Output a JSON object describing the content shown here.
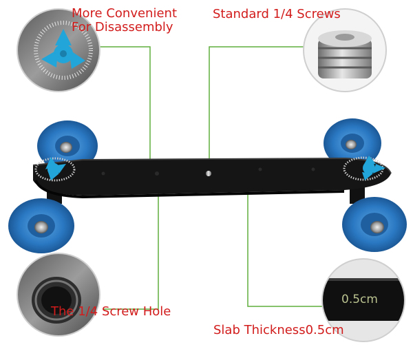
{
  "callouts": {
    "disassembly": {
      "line1": "More Convenient",
      "line2": "For Disassembly"
    },
    "screws": {
      "text": "Standard 1/4 Screws"
    },
    "screw_hole": {
      "text": "The 1/4 Screw Hole"
    },
    "slab": {
      "text": "Slab Thickness0.5cm"
    }
  },
  "inset_texts": {
    "thickness": "0.5cm"
  },
  "colors": {
    "label_red": "#d21c1c",
    "leader_green": "#5fae3a",
    "wheel_blue": "#2a78c2",
    "plate_black": "#141414",
    "knob_cyan": "#22a5d8"
  }
}
